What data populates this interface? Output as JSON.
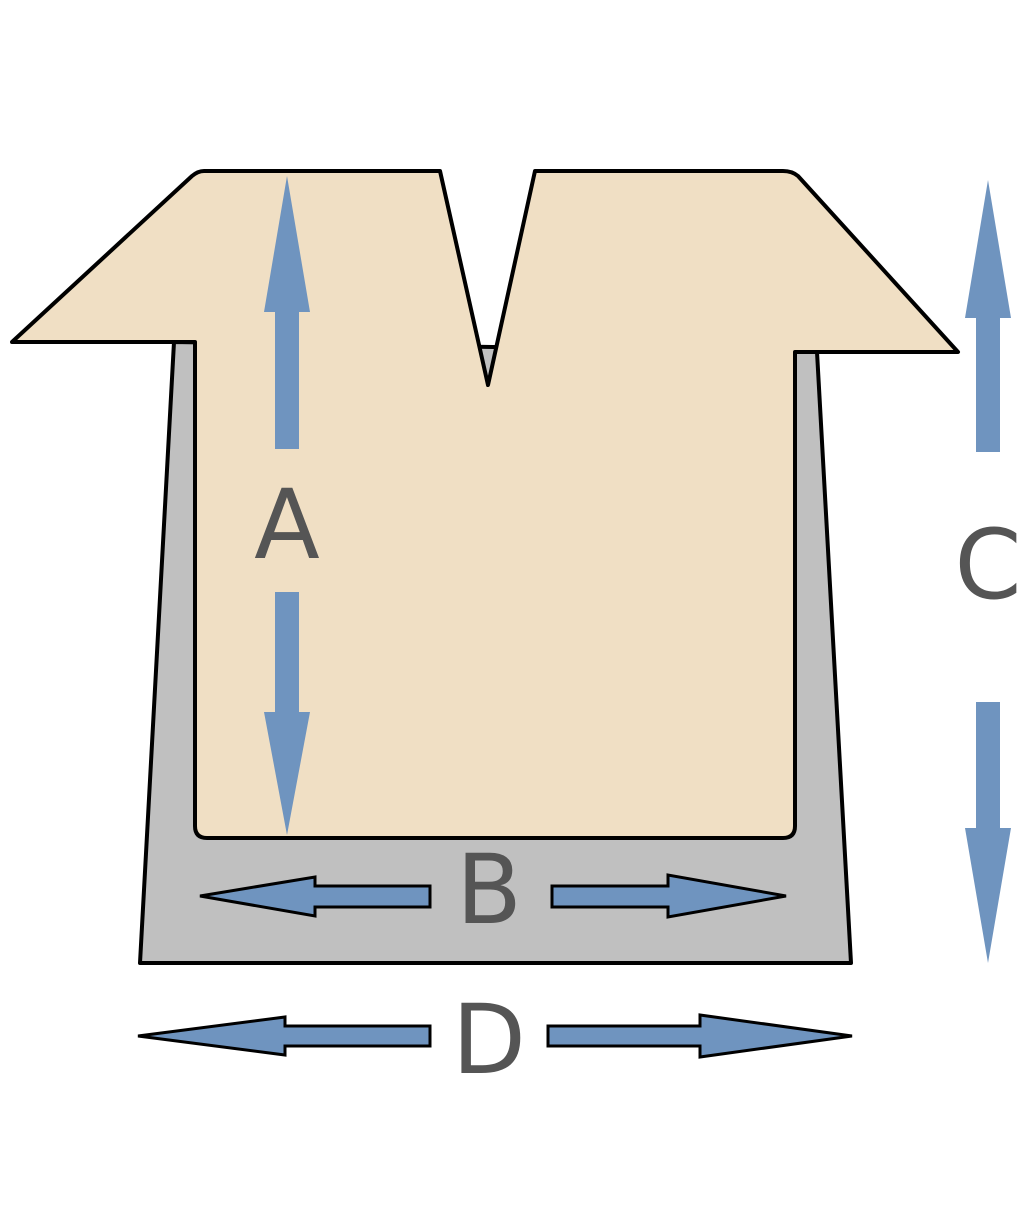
{
  "labels": {
    "a": "A",
    "b": "B",
    "c": "C",
    "d": "D"
  },
  "colors": {
    "cap_fill": "#f0dfc4",
    "base_fill": "#c0c0c0",
    "outline": "#000000",
    "arrow": "#6f94bf",
    "label": "#555555",
    "background": "#ffffff"
  }
}
